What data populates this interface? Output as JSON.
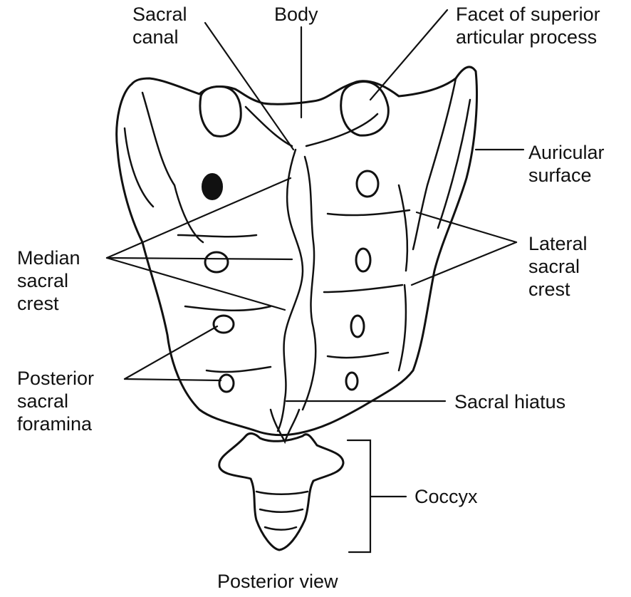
{
  "labels": {
    "sacral_canal": [
      "Sacral",
      "canal"
    ],
    "body": "Body",
    "facet_superior": [
      "Facet of superior",
      "articular process"
    ],
    "auricular_surface": [
      "Auricular",
      "surface"
    ],
    "lateral_sacral_crest": [
      "Lateral",
      "sacral",
      "crest"
    ],
    "median_sacral_crest": [
      "Median",
      "sacral",
      "crest"
    ],
    "posterior_sacral_foramina": [
      "Posterior",
      "sacral",
      "foramina"
    ],
    "sacral_hiatus": "Sacral hiatus",
    "coccyx": "Coccyx"
  },
  "caption": "Posterior view",
  "colors": {
    "ink": "#111111",
    "bone_fill": "#ffffff"
  }
}
